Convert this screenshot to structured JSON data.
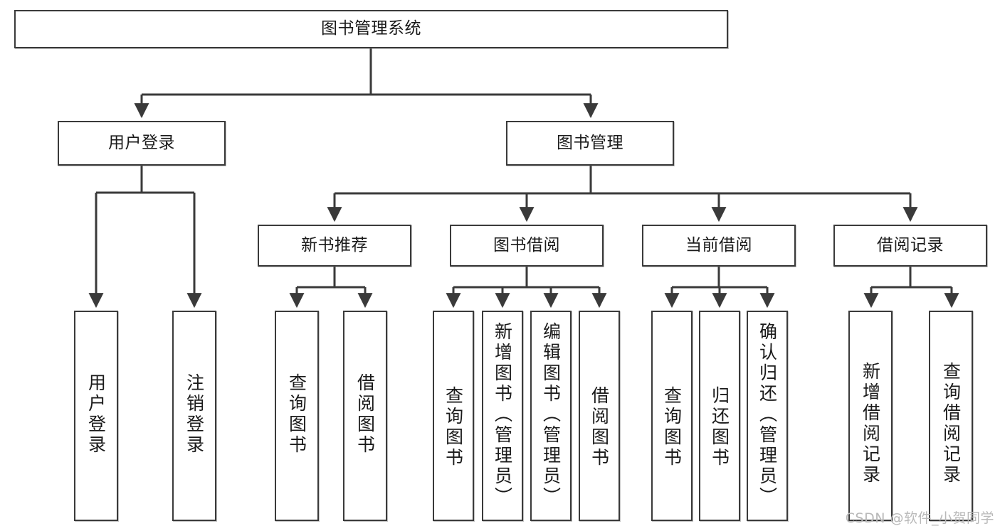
{
  "diagram": {
    "type": "tree-hierarchy-flowchart",
    "title_node": "图书管理系统",
    "watermark": "CSDN @软件_小贺同学",
    "colors": {
      "stroke": "#3a3a3a",
      "fill": "#ffffff",
      "text": "#1a1a1a",
      "watermark": "#b9b9b9"
    },
    "nodes": {
      "root": {
        "label": "图书管理系统"
      },
      "level2": [
        {
          "id": "user-login",
          "label": "用户登录"
        },
        {
          "id": "book-manage",
          "label": "图书管理"
        }
      ],
      "level3": [
        {
          "id": "new-book-rec",
          "label": "新书推荐"
        },
        {
          "id": "book-borrow",
          "label": "图书借阅"
        },
        {
          "id": "current-borrow",
          "label": "当前借阅"
        },
        {
          "id": "borrow-record",
          "label": "借阅记录"
        }
      ],
      "leaves": {
        "user-login": [
          {
            "id": "leaf-user-login",
            "label": "用户登录"
          },
          {
            "id": "leaf-logout",
            "label": "注销登录"
          }
        ],
        "new-book-rec": [
          {
            "id": "leaf-query-book-1",
            "label": "查询图书"
          },
          {
            "id": "leaf-borrow-book-1",
            "label": "借阅图书"
          }
        ],
        "book-borrow": [
          {
            "id": "leaf-query-book-2",
            "label": "查询图书"
          },
          {
            "id": "leaf-add-book",
            "label": "新增图书（管理员）"
          },
          {
            "id": "leaf-edit-book",
            "label": "编辑图书（管理员）"
          },
          {
            "id": "leaf-borrow-book-2",
            "label": "借阅图书"
          }
        ],
        "current-borrow": [
          {
            "id": "leaf-query-book-3",
            "label": "查询图书"
          },
          {
            "id": "leaf-return-book",
            "label": "归还图书"
          },
          {
            "id": "leaf-confirm-return",
            "label": "确认归还（管理员）"
          }
        ],
        "borrow-record": [
          {
            "id": "leaf-add-record",
            "label": "新增借阅记录"
          },
          {
            "id": "leaf-query-record",
            "label": "查询借阅记录"
          }
        ]
      }
    }
  }
}
